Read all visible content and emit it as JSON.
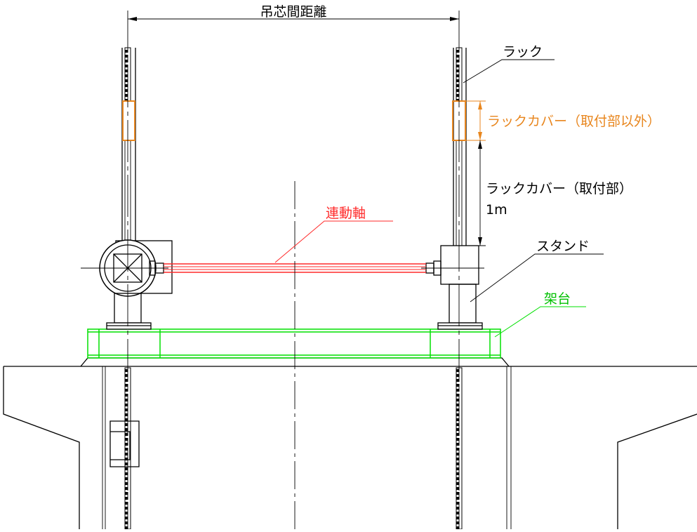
{
  "labels": {
    "center_distance": "吊芯間距離",
    "rack": "ラック",
    "rack_cover_other": "ラックカバー（取付部以外）",
    "rack_cover_mount": "ラックカバー（取付部）",
    "rack_cover_length": "1m",
    "linkage_shaft": "連動軸",
    "stand": "スタンド",
    "frame": "架台"
  },
  "colors": {
    "outline": "#000000",
    "rack_cover": "#e8861e",
    "linkage_shaft": "#ff2a2a",
    "frame": "#00e000"
  }
}
